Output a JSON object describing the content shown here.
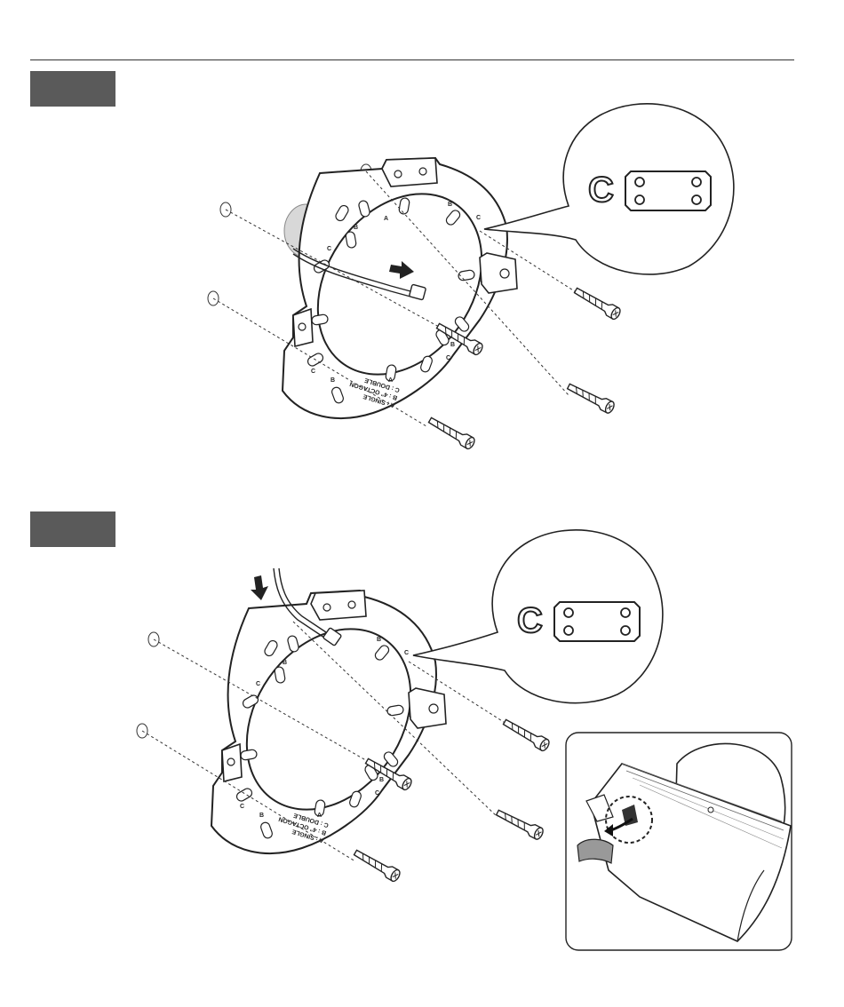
{
  "plate_labels": {
    "single": "A : SINGLE",
    "octagon": "B : 4\" OCTAGON",
    "double": "C : DOUBLE"
  },
  "hole_letters": {
    "a": "A",
    "b": "B",
    "c": "C"
  },
  "callout_letter": "C",
  "colors": {
    "step_box": "#5a5a5a",
    "line": "#222222",
    "rule": "#333333"
  }
}
